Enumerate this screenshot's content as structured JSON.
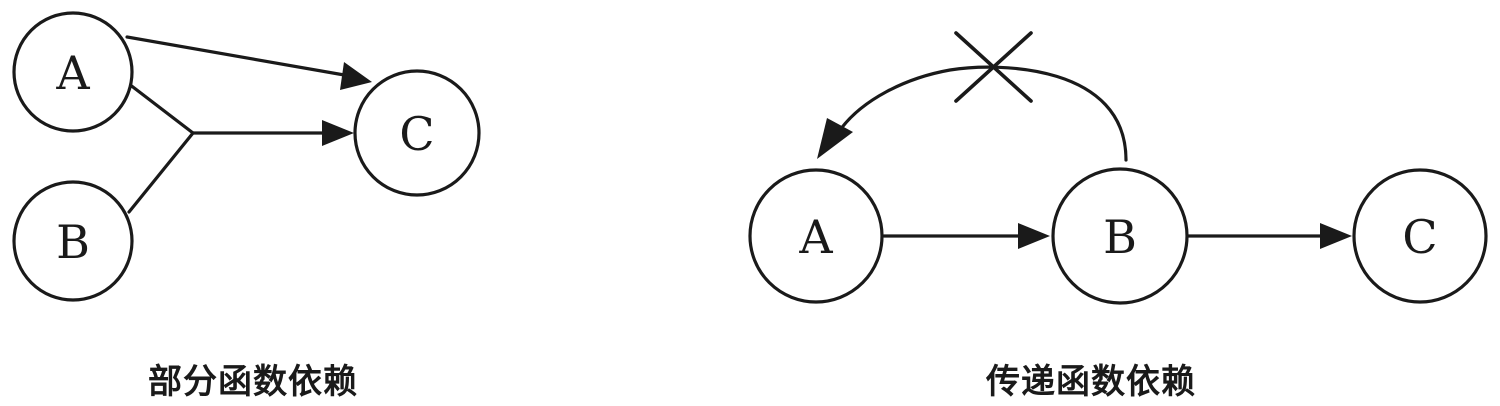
{
  "left_diagram": {
    "caption": "部分函数依赖",
    "nodes": {
      "A": "A",
      "B": "B",
      "C": "C"
    }
  },
  "right_diagram": {
    "caption": "传递函数依赖",
    "nodes": {
      "A": "A",
      "B": "B",
      "C": "C"
    }
  },
  "colors": {
    "stroke": "#1a1a1a",
    "background": "#ffffff"
  }
}
